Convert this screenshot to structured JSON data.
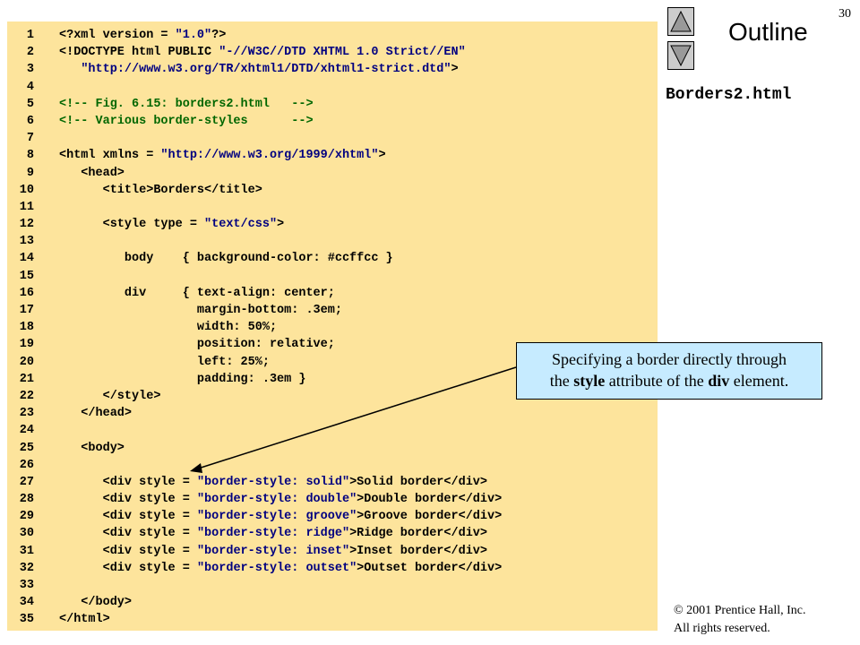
{
  "page_number": "30",
  "outline_title": "Outline",
  "file_name": "Borders2.html",
  "callout": {
    "text_1": "Specifying a border directly through",
    "text_2": "the ",
    "bold_1": "style",
    "text_3": " attribute of the ",
    "bold_2": "div",
    "text_4": " element."
  },
  "copyright": {
    "line1": "© 2001 Prentice Hall, Inc.",
    "line2": "All rights reserved."
  },
  "code_lines": [
    {
      "n": "1",
      "t": "<?xml version = \"1.0\"?>"
    },
    {
      "n": "2",
      "t": "<!DOCTYPE html PUBLIC \"-//W3C//DTD XHTML 1.0 Strict//EN\""
    },
    {
      "n": "3",
      "t": "   \"http://www.w3.org/TR/xhtml1/DTD/xhtml1-strict.dtd\">"
    },
    {
      "n": "4",
      "t": ""
    },
    {
      "n": "5",
      "t": "<!-- Fig. 6.15: borders2.html   -->"
    },
    {
      "n": "6",
      "t": "<!-- Various border-styles      -->"
    },
    {
      "n": "7",
      "t": ""
    },
    {
      "n": "8",
      "t": "<html xmlns = \"http://www.w3.org/1999/xhtml\">"
    },
    {
      "n": "9",
      "t": "   <head>"
    },
    {
      "n": "10",
      "t": "      <title>Borders</title>"
    },
    {
      "n": "11",
      "t": ""
    },
    {
      "n": "12",
      "t": "      <style type = \"text/css\">"
    },
    {
      "n": "13",
      "t": ""
    },
    {
      "n": "14",
      "t": "         body    { background-color: #ccffcc }"
    },
    {
      "n": "15",
      "t": ""
    },
    {
      "n": "16",
      "t": "         div     { text-align: center;"
    },
    {
      "n": "17",
      "t": "                   margin-bottom: .3em;"
    },
    {
      "n": "18",
      "t": "                   width: 50%;"
    },
    {
      "n": "19",
      "t": "                   position: relative;"
    },
    {
      "n": "20",
      "t": "                   left: 25%;"
    },
    {
      "n": "21",
      "t": "                   padding: .3em }"
    },
    {
      "n": "22",
      "t": "      </style>"
    },
    {
      "n": "23",
      "t": "   </head>"
    },
    {
      "n": "24",
      "t": ""
    },
    {
      "n": "25",
      "t": "   <body>"
    },
    {
      "n": "26",
      "t": ""
    },
    {
      "n": "27",
      "t": "      <div style = \"border-style: solid\">Solid border</div>"
    },
    {
      "n": "28",
      "t": "      <div style = \"border-style: double\">Double border</div>"
    },
    {
      "n": "29",
      "t": "      <div style = \"border-style: groove\">Groove border</div>"
    },
    {
      "n": "30",
      "t": "      <div style = \"border-style: ridge\">Ridge border</div>"
    },
    {
      "n": "31",
      "t": "      <div style = \"border-style: inset\">Inset border</div>"
    },
    {
      "n": "32",
      "t": "      <div style = \"border-style: outset\">Outset border</div>"
    },
    {
      "n": "33",
      "t": ""
    },
    {
      "n": "34",
      "t": "   </body>"
    },
    {
      "n": "35",
      "t": "</html>"
    }
  ]
}
